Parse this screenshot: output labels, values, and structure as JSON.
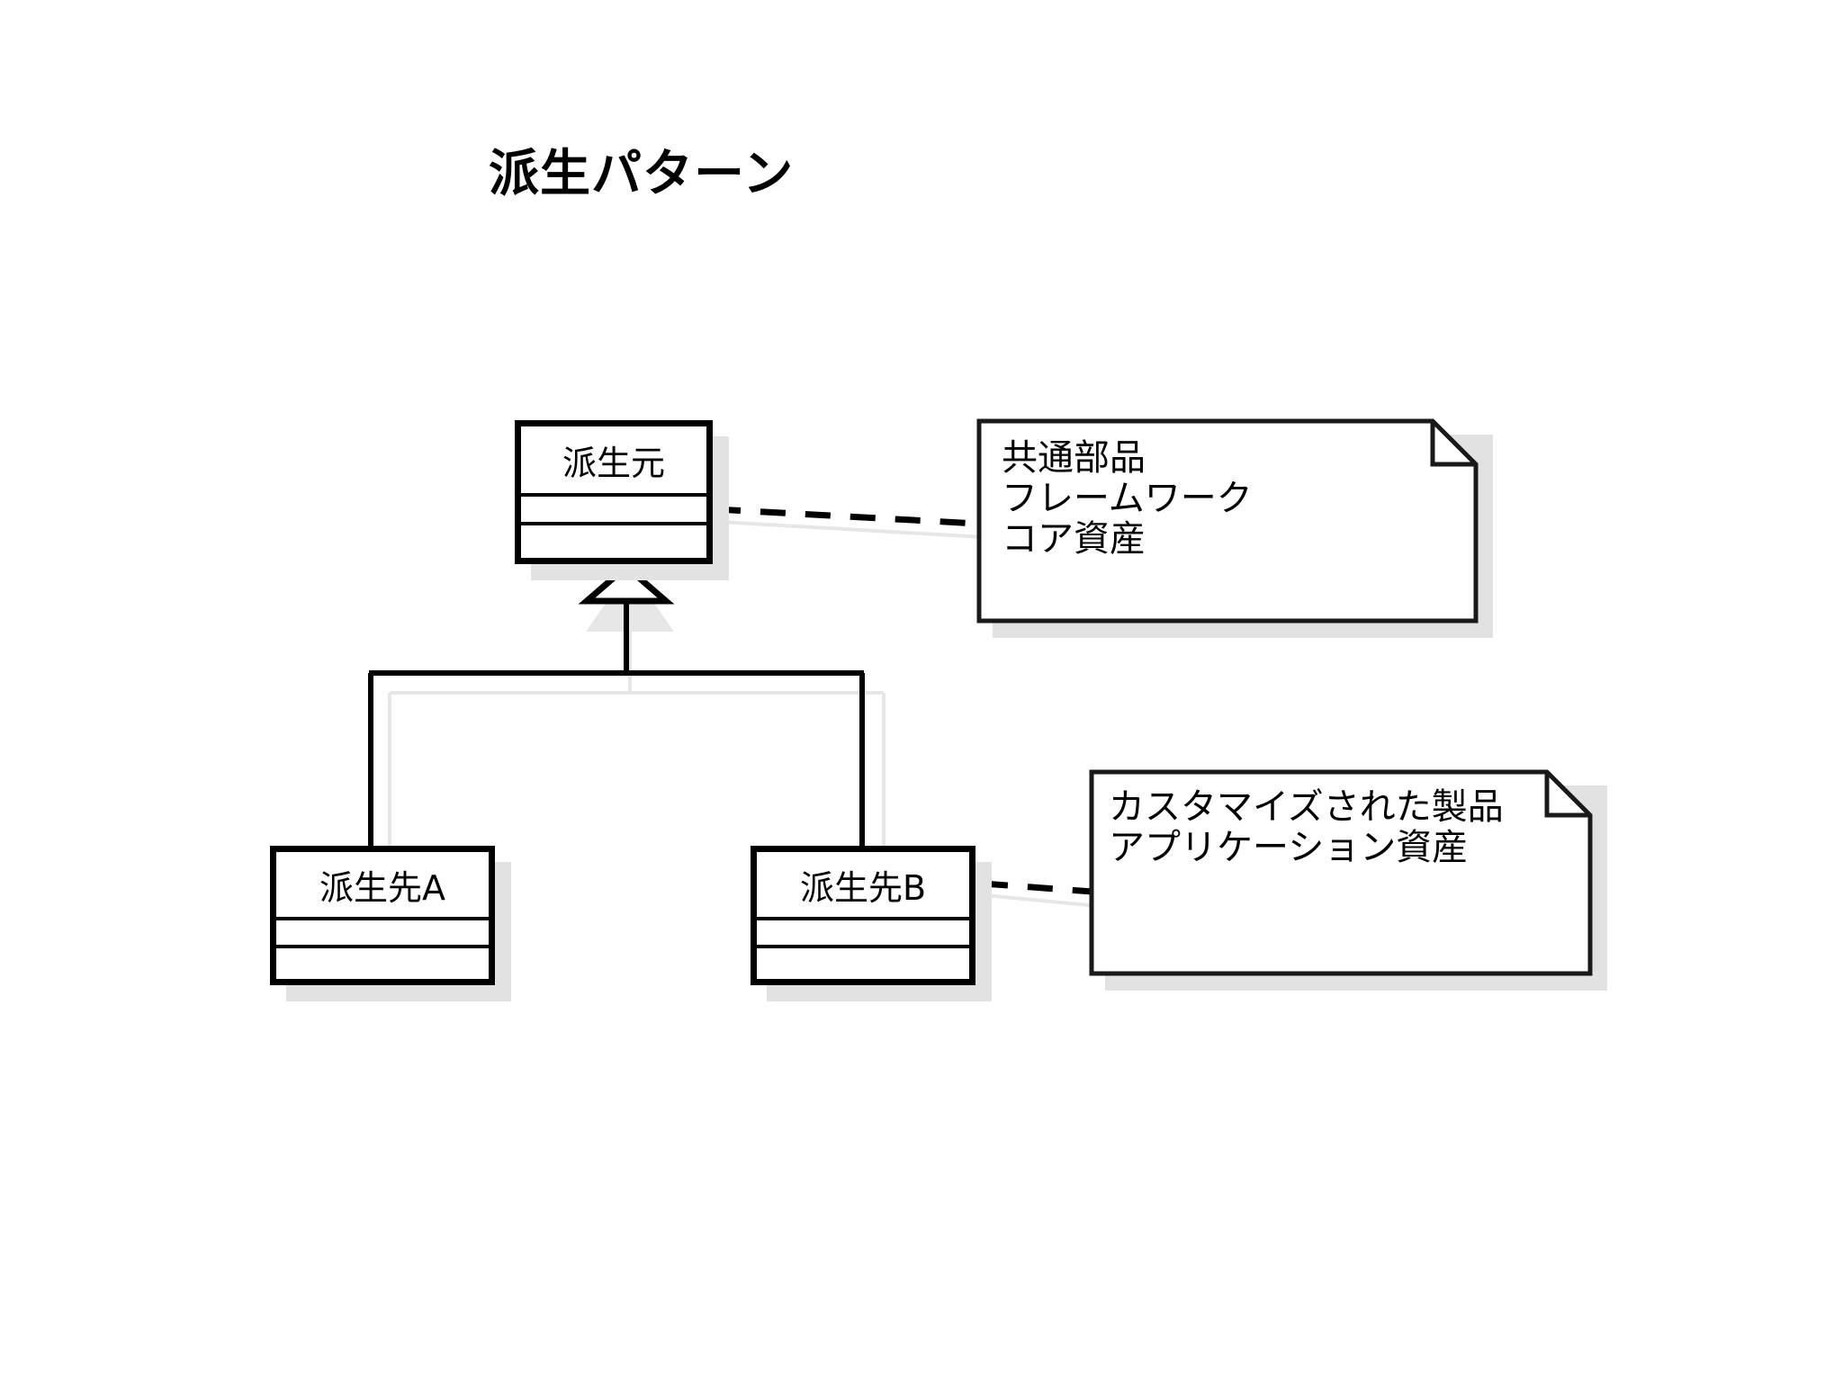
{
  "diagram": {
    "title": "派生パターン",
    "type": "uml-class-diagram",
    "background_color": "#ffffff",
    "line_color": "#000000",
    "shadow_color": "#e2e2e2"
  },
  "classes": [
    {
      "id": "base",
      "name": "派生元",
      "role": "superclass",
      "compartments": 3,
      "attributes": "",
      "operations": ""
    },
    {
      "id": "derived-a",
      "name": "派生先A",
      "role": "subclass",
      "compartments": 3,
      "attributes": "",
      "operations": ""
    },
    {
      "id": "derived-b",
      "name": "派生先B",
      "role": "subclass",
      "compartments": 3,
      "attributes": "",
      "operations": ""
    }
  ],
  "notes": [
    {
      "id": "note-core",
      "attached_to": "派生元",
      "lines": [
        "共通部品",
        "フレームワーク",
        "コア資産"
      ]
    },
    {
      "id": "note-app",
      "attached_to": "派生先B",
      "lines": [
        "カスタマイズされた製品",
        "アプリケーション資産"
      ]
    }
  ],
  "relations": [
    {
      "type": "generalization",
      "from": "派生先A",
      "to": "派生元",
      "marker": "hollow-triangle"
    },
    {
      "type": "generalization",
      "from": "派生先B",
      "to": "派生元",
      "marker": "hollow-triangle"
    },
    {
      "type": "note-anchor",
      "from": "派生元",
      "to": "共通部品",
      "style": "dashed"
    },
    {
      "type": "note-anchor",
      "from": "派生先B",
      "to": "カスタマイズされた製品",
      "style": "dashed"
    }
  ]
}
